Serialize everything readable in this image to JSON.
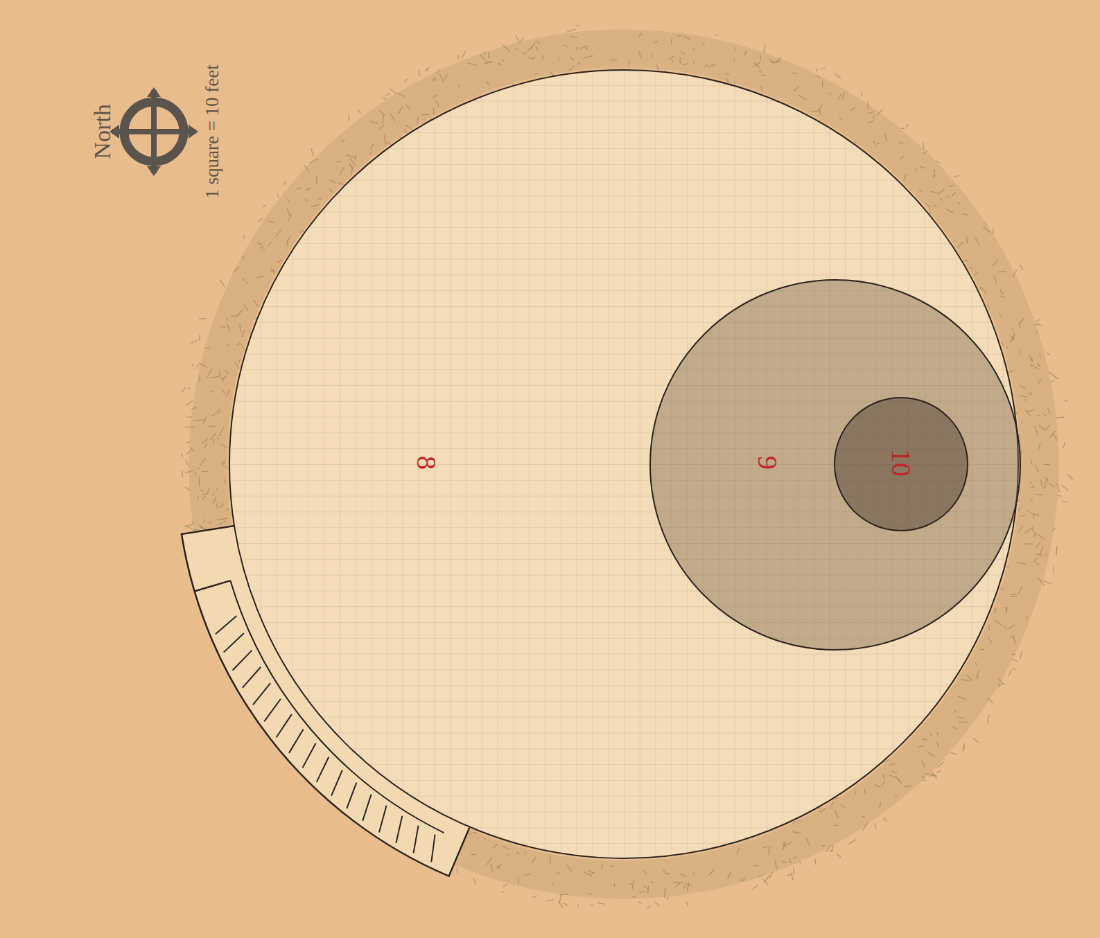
{
  "diagram": {
    "nodes": [
      {
        "text": [
          "8"
        ]
      },
      {
        "text": [
          "9"
        ],
        "in": 0
      },
      {
        "text": [
          "10"
        ],
        "in": 1
      }
    ],
    "labels": [
      "North",
      "1 square = 10 feet"
    ]
  }
}
